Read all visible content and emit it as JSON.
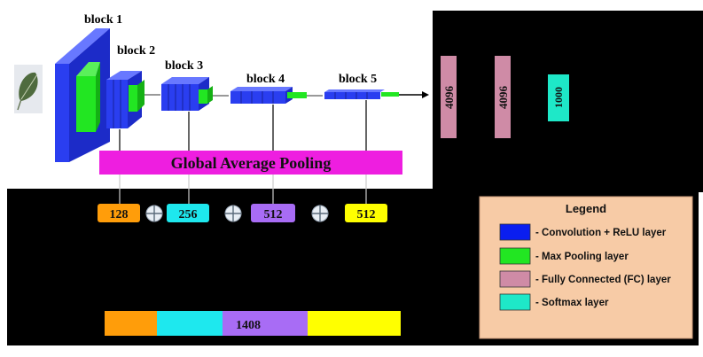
{
  "blocks": [
    "block 1",
    "block 2",
    "block 3",
    "block 4",
    "block 5"
  ],
  "pooling_label": "Global Average Pooling",
  "fc_values": [
    "4096",
    "4096"
  ],
  "softmax_value": "1000",
  "features": [
    {
      "value": "128",
      "color": "#ff9d0a"
    },
    {
      "value": "256",
      "color": "#1ee8ee"
    },
    {
      "value": "512",
      "color": "#a86cf5"
    },
    {
      "value": "512",
      "color": "#ffff00"
    }
  ],
  "concat_value": "1408",
  "legend": {
    "title": "Legend",
    "items": [
      {
        "color": "#0a1ef0",
        "label": "- Convolution + ReLU layer"
      },
      {
        "color": "#22e622",
        "label": "- Max Pooling layer"
      },
      {
        "color": "#cf8ba6",
        "label": "- Fully Connected (FC) layer"
      },
      {
        "color": "#1ee8c8",
        "label": "- Softmax layer"
      }
    ]
  },
  "colors": {
    "conv": "#2a3ef0",
    "pool": "#22e622",
    "fc": "#cf8ba6",
    "softmax": "#1ee8c8",
    "gap": "#ee1ee0",
    "legend_bg": "#f7cba6",
    "background": "#000000"
  }
}
